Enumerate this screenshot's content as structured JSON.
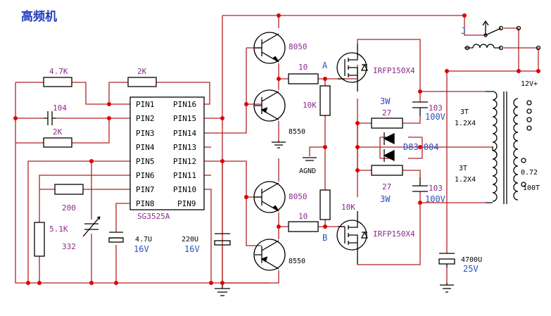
{
  "title": "高频机",
  "ic": {
    "name": "SG3525A",
    "pins_left": [
      "PIN1",
      "PIN2",
      "PIN3",
      "PIN4",
      "PIN5",
      "PIN6",
      "PIN7",
      "PIN8"
    ],
    "pins_right": [
      "PIN16",
      "PIN15",
      "PIN14",
      "PIN13",
      "PIN12",
      "PIN11",
      "PIN10",
      "PIN9"
    ]
  },
  "components": {
    "r_4k7": "4.7K",
    "r_2k_top": "2K",
    "c_104": "104",
    "r_2k_mid": "2K",
    "r_200": "200",
    "r_5k1": "5.1K",
    "vc_332": "332",
    "c_4u7": "4.7U",
    "c_4u7_v": "16V",
    "c_220u": "220U",
    "c_220u_v": "16V",
    "q_8050_top": "8050",
    "q_8550_top": "8550",
    "q_8050_bot": "8050",
    "q_8550_bot": "8550",
    "r_10_top": "10",
    "r_10_bot": "10",
    "node_a": "A",
    "node_b": "B",
    "r_10k_left": "10K",
    "r_10k_right": "10K",
    "agnd": "AGND",
    "mos_top": "IRFP150X4",
    "mos_bot": "IRFP150X4",
    "r_27_top_w": "3W",
    "r_27_top": "27",
    "r_27_bot": "27",
    "r_27_bot_w": "3W",
    "diode": "D83-004",
    "c_103_top": "103",
    "c_103_top_v": "100V",
    "c_103_bot": "103",
    "c_103_bot_v": "100V",
    "xfmr_top_turns": "3T",
    "xfmr_top_wire": "1.2X4",
    "xfmr_bot_turns": "3T",
    "xfmr_bot_wire": "1.2X4",
    "xfmr_sec_wire": "0.72",
    "xfmr_sec_turns": "100T",
    "relay": "J",
    "supply": "12V+",
    "c_4700u": "4700U",
    "c_4700u_v": "25V"
  },
  "colors": {
    "wire": "#b22222",
    "part": "#000000",
    "node": "#e00000",
    "value_purple": "#8b2a8b",
    "value_blue": "#2a4fbf",
    "title": "#1f3fbf"
  }
}
